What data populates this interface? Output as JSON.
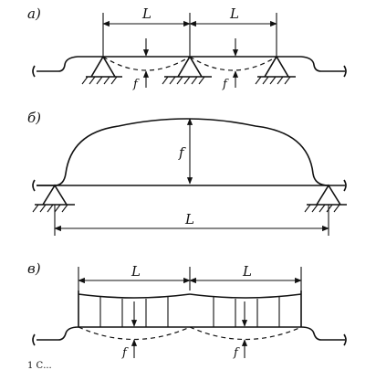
{
  "panels": [
    {
      "id": "a",
      "label": "а)",
      "span_label_1": "L",
      "span_label_2": "L",
      "deflection_label_1": "f",
      "deflection_label_2": "f"
    },
    {
      "id": "b",
      "label": "б)",
      "rise_label": "f",
      "span_label": "L"
    },
    {
      "id": "c",
      "label": "в)",
      "span_label_1": "L",
      "span_label_2": "L",
      "deflection_label_1": "f",
      "deflection_label_2": "f"
    }
  ],
  "caption": "1 С..."
}
